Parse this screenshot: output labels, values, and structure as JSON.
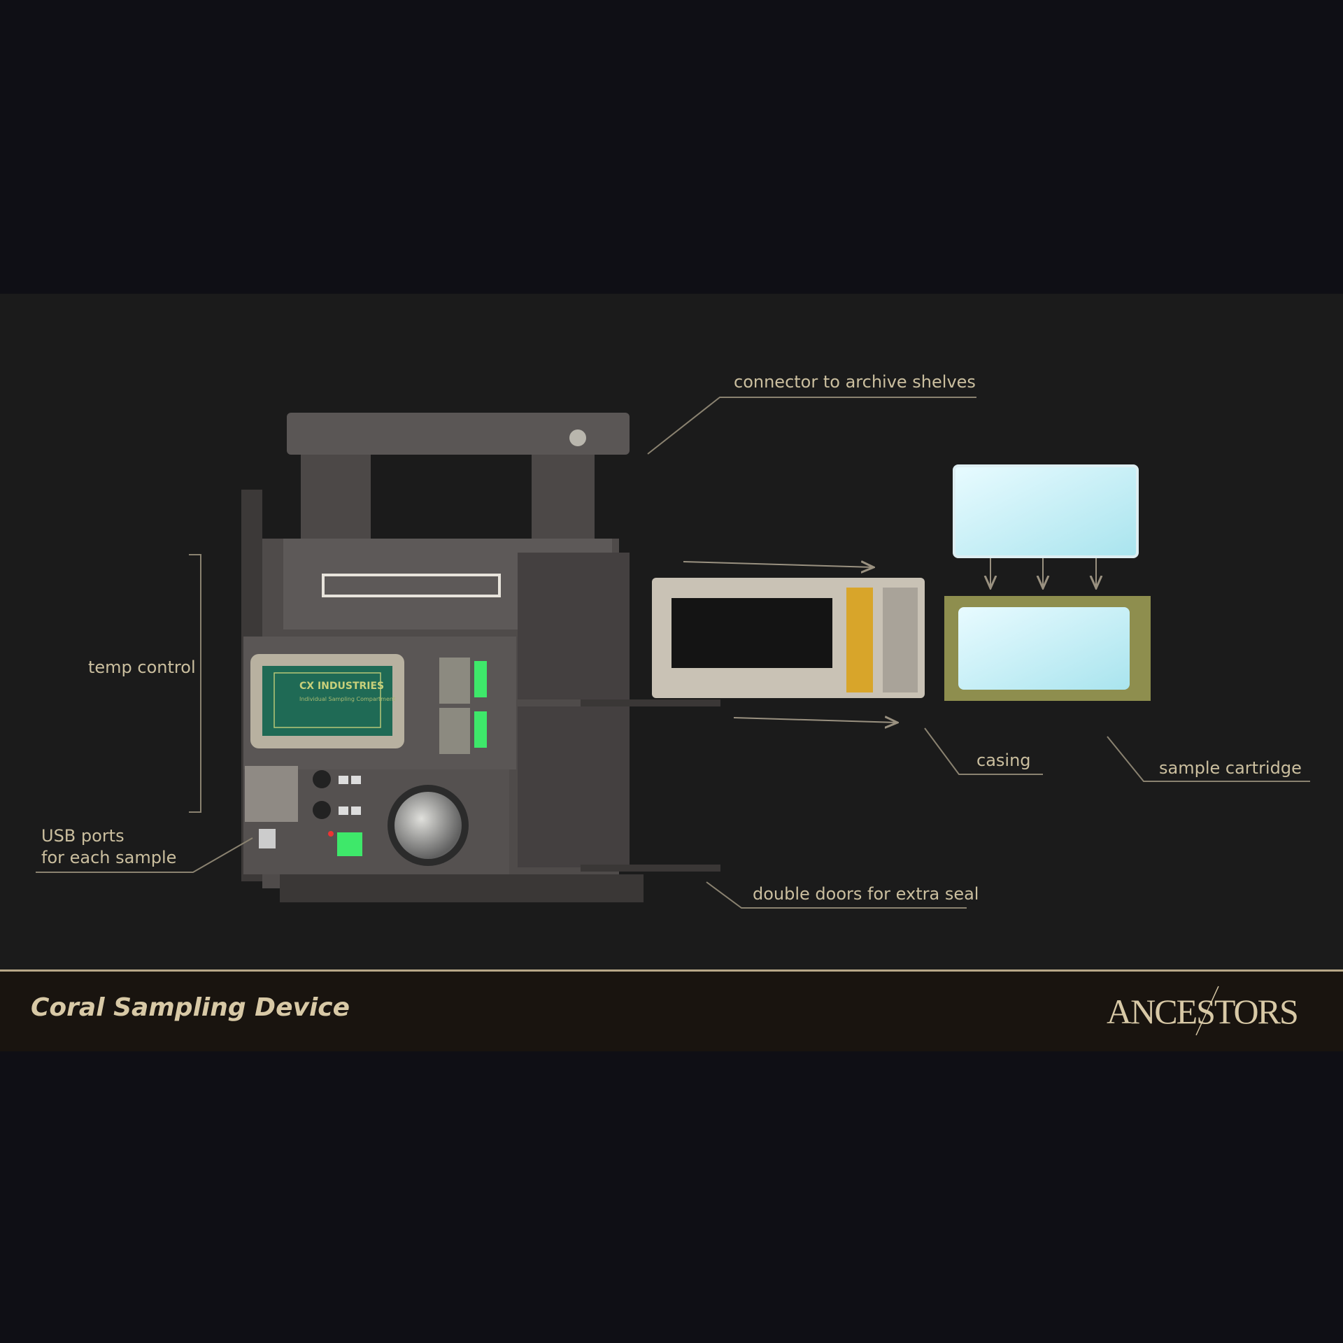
{
  "labels": {
    "connector": "connector to archive shelves",
    "temp": "temp control",
    "usb_line1": "USB ports",
    "usb_line2": "for each sample",
    "casing": "casing",
    "cartridge": "sample cartridge",
    "doors": "double doors for extra seal"
  },
  "device_screen": {
    "brand": "CX INDUSTRIES",
    "subtitle": "Individual Sampling Compartment"
  },
  "footer": {
    "title": "Coral Sampling Device",
    "logo": "ANCESTORS"
  },
  "colors": {
    "label": "#cbbf9f",
    "accent_green": "#3ee86a",
    "screen": "#1f6a55",
    "glass": "#bfeff5"
  }
}
